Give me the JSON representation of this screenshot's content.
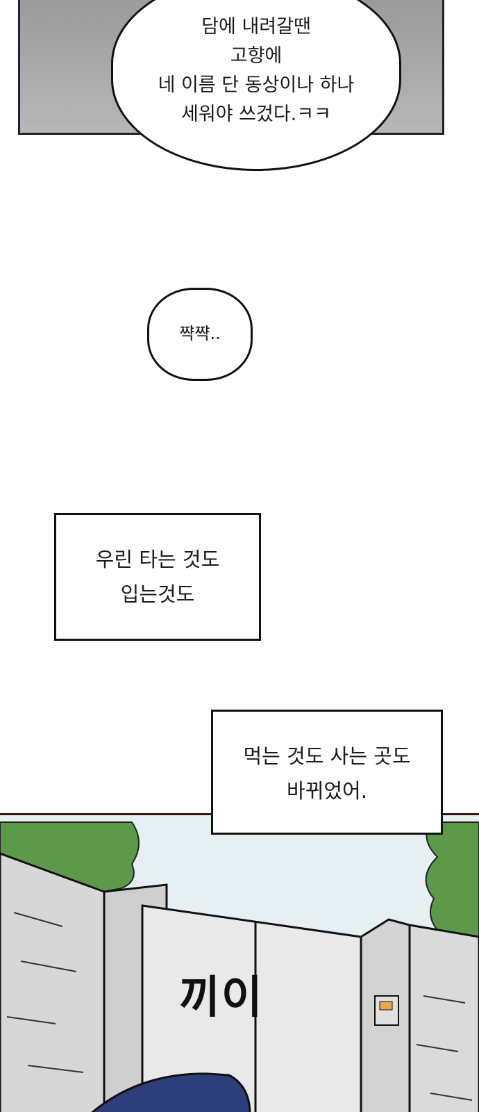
{
  "bubbles": {
    "top": "담에 내려갈땐\n고향에\n네 이름 단 동상이나 하나\n세워야 쓰겄다.ㅋㅋ",
    "small": "쨕쨕.."
  },
  "narration": {
    "box1": "우린 타는 것도\n입는것도",
    "box2": "먹는 것도 사는 곳도\n바뀌었어."
  },
  "sfx": "끼이"
}
